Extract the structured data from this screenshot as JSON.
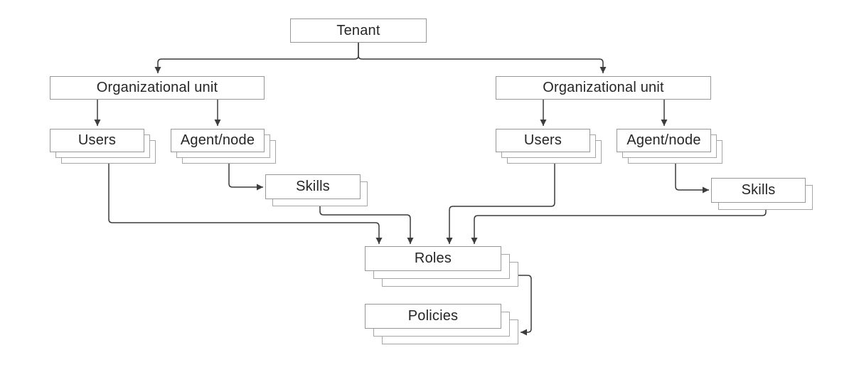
{
  "diagram": {
    "title": "Tenant hierarchy diagram",
    "background_color": "#ffffff",
    "box_border_color": "#9c9c9c",
    "connector_color": "#3c3c3c",
    "text_color": "#262626",
    "nodes": {
      "tenant": {
        "label": "Tenant",
        "stack_count": 1
      },
      "ou_left": {
        "label": "Organizational unit",
        "stack_count": 1
      },
      "users_left": {
        "label": "Users",
        "stack_count": 3
      },
      "agent_left": {
        "label": "Agent/node",
        "stack_count": 3
      },
      "skills_left": {
        "label": "Skills",
        "stack_count": 2
      },
      "ou_right": {
        "label": "Organizational unit",
        "stack_count": 1
      },
      "users_right": {
        "label": "Users",
        "stack_count": 3
      },
      "agent_right": {
        "label": "Agent/node",
        "stack_count": 3
      },
      "skills_right": {
        "label": "Skills",
        "stack_count": 2
      },
      "roles": {
        "label": "Roles",
        "stack_count": 3
      },
      "policies": {
        "label": "Policies",
        "stack_count": 3
      }
    },
    "edges": [
      {
        "from": "tenant",
        "to": "ou_left"
      },
      {
        "from": "tenant",
        "to": "ou_right"
      },
      {
        "from": "ou_left",
        "to": "users_left"
      },
      {
        "from": "ou_left",
        "to": "agent_left"
      },
      {
        "from": "agent_left",
        "to": "skills_left"
      },
      {
        "from": "ou_right",
        "to": "users_right"
      },
      {
        "from": "ou_right",
        "to": "agent_right"
      },
      {
        "from": "agent_right",
        "to": "skills_right"
      },
      {
        "from": "users_left",
        "to": "roles"
      },
      {
        "from": "skills_left",
        "to": "roles"
      },
      {
        "from": "users_right",
        "to": "roles"
      },
      {
        "from": "skills_right",
        "to": "roles"
      },
      {
        "from": "roles",
        "to": "policies"
      }
    ]
  }
}
